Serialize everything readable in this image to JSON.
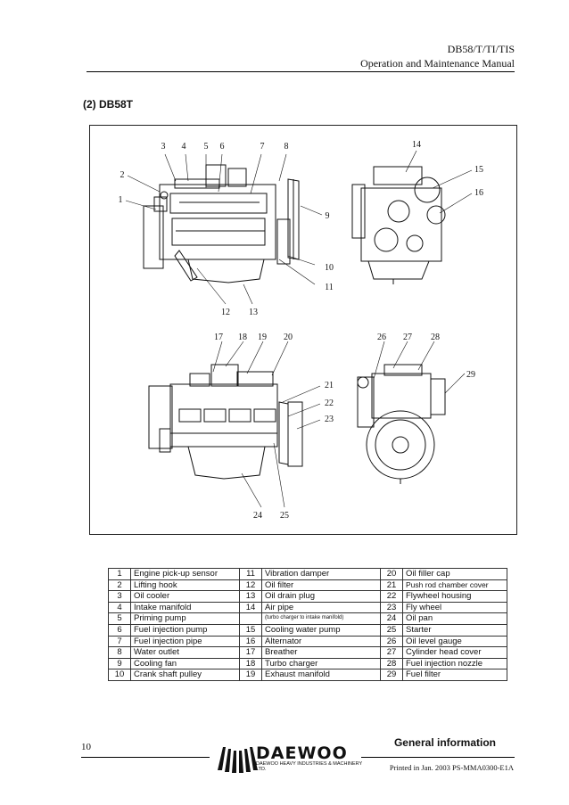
{
  "header": {
    "model": "DB58/T/TI/TIS",
    "manual": "Operation and Maintenance Manual"
  },
  "section_title": "(2) DB58T",
  "callouts": [
    "1",
    "2",
    "3",
    "4",
    "5",
    "6",
    "7",
    "8",
    "9",
    "10",
    "11",
    "12",
    "13",
    "14",
    "15",
    "16",
    "17",
    "18",
    "19",
    "20",
    "21",
    "22",
    "23",
    "24",
    "25",
    "26",
    "27",
    "28",
    "29"
  ],
  "parts_table": [
    {
      "n1": "1",
      "p1": "Engine pick-up sensor",
      "n2": "11",
      "p2": "Vibration damper",
      "n3": "20",
      "p3": "Oil filler cap"
    },
    {
      "n1": "2",
      "p1": "Lifting hook",
      "n2": "12",
      "p2": "Oil filter",
      "n3": "21",
      "p3": "Push rod chamber cover"
    },
    {
      "n1": "3",
      "p1": "Oil cooler",
      "n2": "13",
      "p2": "Oil drain plug",
      "n3": "22",
      "p3": "Flywheel housing"
    },
    {
      "n1": "4",
      "p1": "Intake manifold",
      "n2": "14",
      "p2": "Air pipe",
      "n3": "23",
      "p3": "Fly wheel"
    },
    {
      "n1": "5",
      "p1": "Priming pump",
      "n2": "",
      "p2": "(turbo charger to intake manifold)",
      "n3": "24",
      "p3": "Oil pan"
    },
    {
      "n1": "6",
      "p1": "Fuel injection pump",
      "n2": "15",
      "p2": "Cooling water pump",
      "n3": "25",
      "p3": "Starter"
    },
    {
      "n1": "7",
      "p1": "Fuel injection pipe",
      "n2": "16",
      "p2": "Alternator",
      "n3": "26",
      "p3": "Oil level gauge"
    },
    {
      "n1": "8",
      "p1": "Water outlet",
      "n2": "17",
      "p2": "Breather",
      "n3": "27",
      "p3": "Cylinder head cover"
    },
    {
      "n1": "9",
      "p1": "Cooling fan",
      "n2": "18",
      "p2": "Turbo charger",
      "n3": "28",
      "p3": "Fuel injection nozzle"
    },
    {
      "n1": "10",
      "p1": "Crank shaft pulley",
      "n2": "19",
      "p2": "Exhaust manifold",
      "n3": "29",
      "p3": "Fuel filter"
    }
  ],
  "footer": {
    "page_number": "10",
    "section": "General information",
    "brand": "DAEWOO",
    "brand_sub": "DAEWOO HEAVY INDUSTRIES & MACHINERY LTD.",
    "printed": "Printed in Jan. 2003 PS-MMA0300-E1A"
  }
}
